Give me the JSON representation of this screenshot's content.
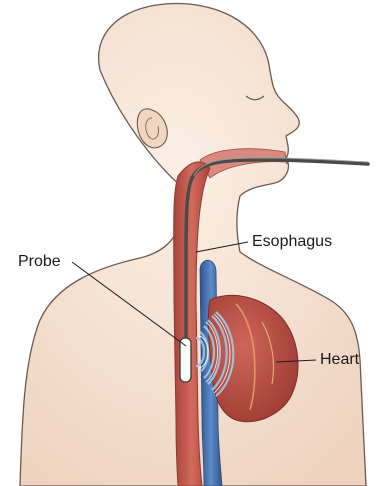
{
  "labels": {
    "probe": "Probe",
    "esophagus": "Esophagus",
    "heart": "Heart"
  },
  "colors": {
    "skin": "#f6e2d2",
    "outline": "#6b5a50",
    "esophagus": "#c75a4e",
    "aorta": "#3f6fae",
    "heart": "#b8463c",
    "ultrasound": "#9fc4de"
  }
}
